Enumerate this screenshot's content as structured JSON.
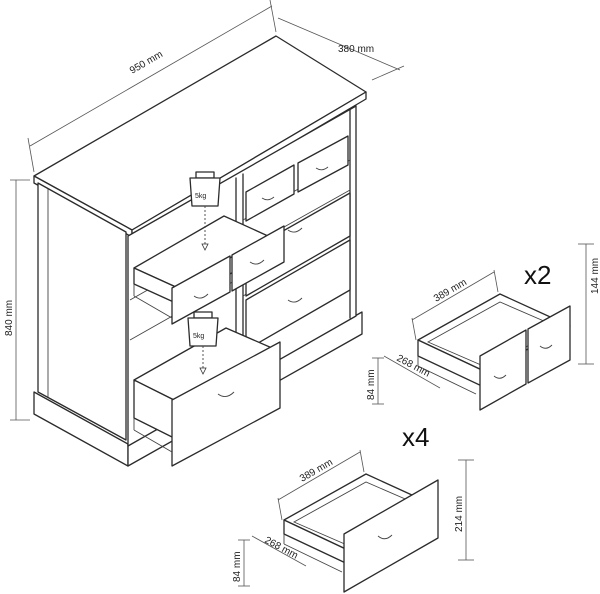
{
  "cabinet": {
    "width_label": "950 mm",
    "depth_label": "380 mm",
    "height_label": "840 mm",
    "weight_top": "5kg",
    "weight_bottom": "5kg"
  },
  "small_drawer": {
    "quantity": "x2",
    "width_label": "389 mm",
    "depth_label": "268 mm",
    "height_label": "144 mm",
    "inner_label": "84 mm"
  },
  "large_drawer": {
    "quantity": "x4",
    "width_label": "389 mm",
    "depth_label": "268 mm",
    "height_label": "214 mm",
    "inner_label": "84 mm"
  }
}
